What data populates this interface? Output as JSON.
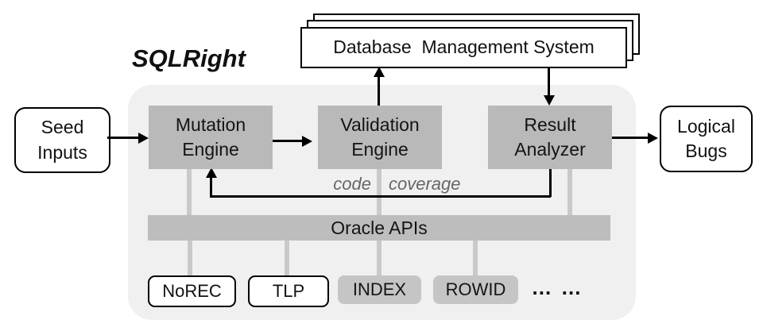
{
  "title": "SQLRight",
  "dbms": {
    "label": "Database  Management System"
  },
  "nodes": {
    "seed_inputs": "Seed\nInputs",
    "mutation_engine": "Mutation\nEngine",
    "validation_engine": "Validation\nEngine",
    "result_analyzer": "Result\nAnalyzer",
    "logical_bugs": "Logical\nBugs"
  },
  "oracle_bar": {
    "label": "Oracle APIs"
  },
  "oracles": {
    "norec": "NoREC",
    "tlp": "TLP",
    "index": "INDEX",
    "rowid": "ROWID",
    "more": "… …"
  },
  "feedback": {
    "code": "code",
    "coverage": "coverage"
  },
  "colors": {
    "container_bg": "#f0f0f0",
    "node_gray": "#b9b9b9",
    "bar_gray": "#bdbdbd",
    "oracle_gray": "#c5c5c5",
    "stub_gray": "#c9c9c9",
    "line_black": "#000000",
    "coverage_text": "#666666"
  }
}
